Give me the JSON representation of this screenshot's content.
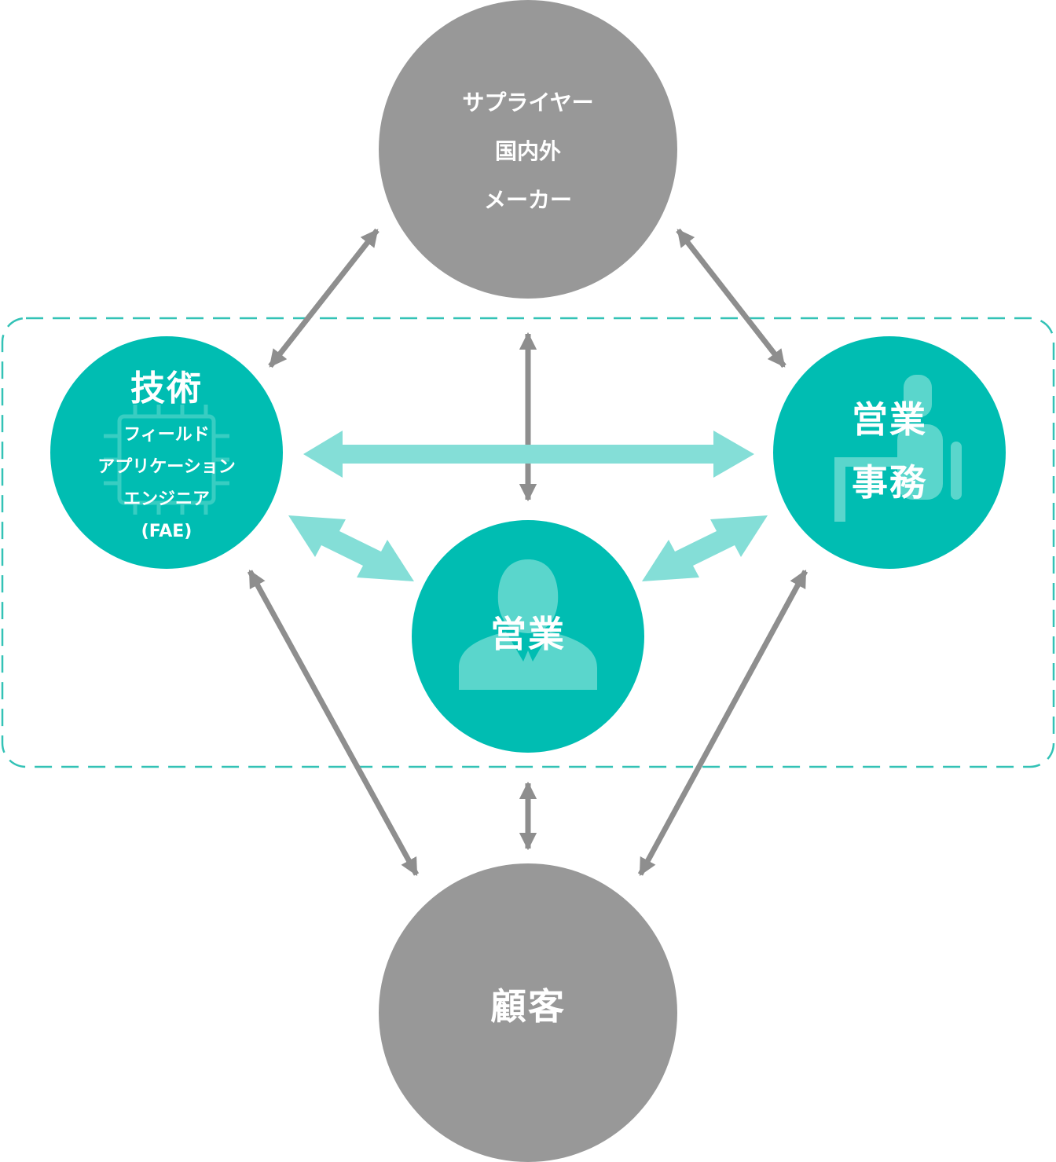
{
  "colors": {
    "gray_node": "#989898",
    "teal_node": "#00bdb2",
    "gray_arrow": "#8e8e8e",
    "light_arrow": "#84ded7",
    "dashed_border": "#33c2b6",
    "icon_overlay": "#5ad6cc"
  },
  "nodes": {
    "supplier": {
      "lines": [
        "サプライヤー",
        "国内外",
        "メーカー"
      ]
    },
    "technical": {
      "title": "技術",
      "sub_lines": [
        "フィールド",
        "アプリケーション",
        "エンジニア",
        "(FAE)"
      ],
      "icon": "chip-icon"
    },
    "sales_office": {
      "lines": [
        "営業",
        "事務"
      ],
      "icon": "seated-person-icon"
    },
    "sales": {
      "label": "営業",
      "icon": "person-bust-icon"
    },
    "customer": {
      "label": "顧客"
    }
  },
  "connections": [
    {
      "from": "supplier",
      "to": "technical",
      "style": "gray-double-arrow"
    },
    {
      "from": "supplier",
      "to": "sales_office",
      "style": "gray-double-arrow"
    },
    {
      "from": "supplier",
      "to": "sales",
      "style": "gray-double-arrow"
    },
    {
      "from": "technical",
      "to": "sales_office",
      "style": "light-double-arrow"
    },
    {
      "from": "technical",
      "to": "sales",
      "style": "light-double-arrow"
    },
    {
      "from": "sales_office",
      "to": "sales",
      "style": "light-double-arrow"
    },
    {
      "from": "technical",
      "to": "customer",
      "style": "gray-double-arrow"
    },
    {
      "from": "sales_office",
      "to": "customer",
      "style": "gray-double-arrow"
    },
    {
      "from": "sales",
      "to": "customer",
      "style": "gray-double-arrow"
    }
  ]
}
